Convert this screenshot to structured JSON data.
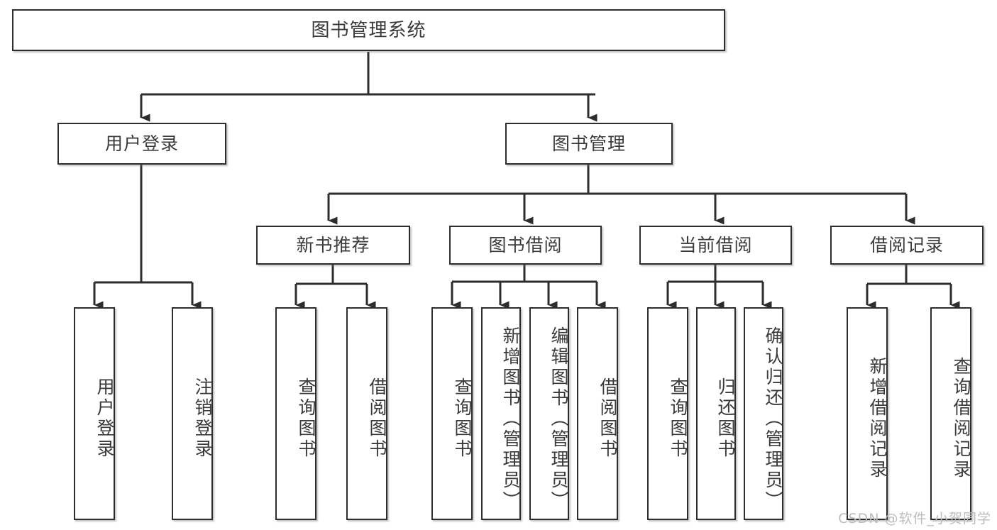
{
  "diagram": {
    "type": "tree-hierarchy",
    "title": "图书管理系统",
    "root": {
      "label": "图书管理系统"
    },
    "level2": [
      {
        "label": "用户登录"
      },
      {
        "label": "图书管理"
      }
    ],
    "level3": [
      {
        "label": "新书推荐"
      },
      {
        "label": "图书借阅"
      },
      {
        "label": "当前借阅"
      },
      {
        "label": "借阅记录"
      }
    ],
    "leaves": [
      {
        "label": "用户登录"
      },
      {
        "label": "注销登录"
      },
      {
        "label": "查询图书"
      },
      {
        "label": "借阅图书"
      },
      {
        "label": "查询图书"
      },
      {
        "label": "新增图书（管理员）"
      },
      {
        "label": "编辑图书（管理员）"
      },
      {
        "label": "借阅图书"
      },
      {
        "label": "查询图书"
      },
      {
        "label": "归还图书"
      },
      {
        "label": "确认归还（管理员）"
      },
      {
        "label": "新增借阅记录"
      },
      {
        "label": "查询借阅记录"
      }
    ],
    "watermark": "CSDN @软件_小贺同学",
    "colors": {
      "border": "#2d2d2d",
      "text": "#3a3a3a",
      "background": "#ffffff",
      "connector": "#2d2d2d",
      "watermark": "#bdbdbd"
    }
  }
}
